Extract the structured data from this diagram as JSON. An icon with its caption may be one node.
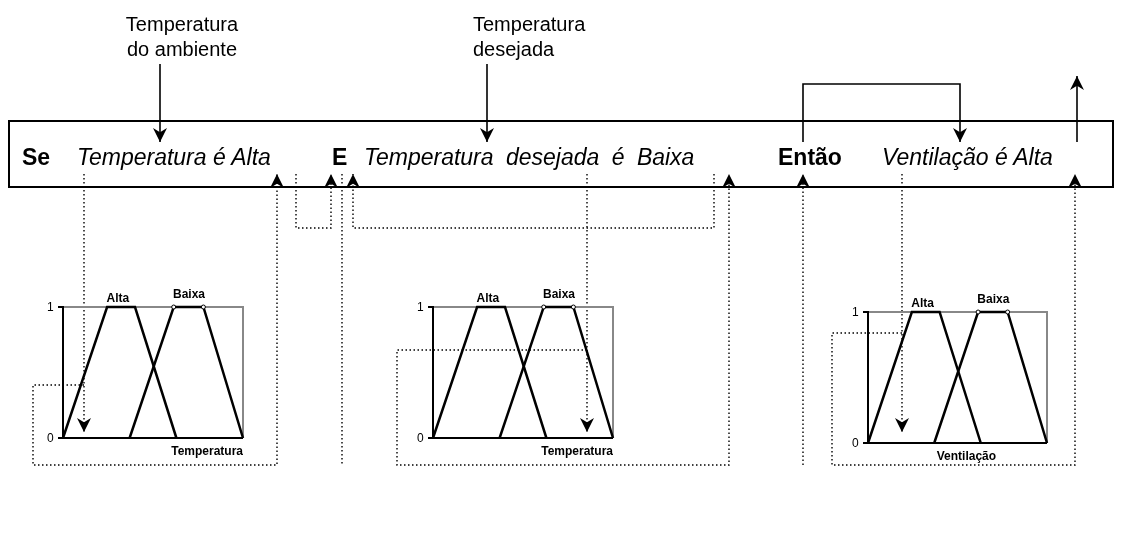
{
  "diagram": {
    "nodes": [
      {
        "text": [
          "Temperatura do ambiente"
        ]
      },
      {
        "text": [
          "Temperatura desejada"
        ]
      },
      {
        "text": [],
        "shape": "box"
      },
      {
        "text": [
          "Se"
        ],
        "in": 2
      },
      {
        "text": [
          "Temperatura é Alta"
        ],
        "in": 2
      },
      {
        "text": [
          "E"
        ],
        "in": 2
      },
      {
        "text": [
          "Temperatura desejada é Baixa"
        ],
        "in": 2
      },
      {
        "text": [
          "Então"
        ],
        "in": 2
      },
      {
        "text": [
          "Ventilação é Alta"
        ],
        "in": 2
      },
      {
        "text": [
          "Alta",
          "Baixa",
          "1",
          "0",
          "Temperatura"
        ]
      },
      {
        "text": [
          "Alta",
          "Baixa",
          "1",
          "0",
          "Temperatura"
        ]
      },
      {
        "text": [
          "Alta",
          "Baixa",
          "1",
          "0",
          "Ventilação"
        ]
      }
    ],
    "edges": [
      {
        "from": 0,
        "to": 4,
        "arrow": "to"
      },
      {
        "from": 1,
        "to": 6,
        "arrow": "to"
      },
      {
        "from": 7,
        "to": 8,
        "arrow": "to"
      },
      {
        "from": 8,
        "to": null,
        "arrow": "to"
      },
      {
        "from": 4,
        "to": 9,
        "arrow": "to",
        "style": "dashed"
      },
      {
        "from": 9,
        "to": 4,
        "arrow": "to",
        "style": "dashed"
      },
      {
        "from": 4,
        "to": 5,
        "arrow": "to",
        "style": "dashed"
      },
      {
        "from": 6,
        "to": 5,
        "arrow": "to",
        "style": "dashed"
      },
      {
        "from": 5,
        "to": null,
        "arrow": "none",
        "style": "dashed"
      },
      {
        "from": 6,
        "to": 10,
        "arrow": "to",
        "style": "dashed"
      },
      {
        "from": 10,
        "to": 6,
        "arrow": "to",
        "style": "dashed"
      },
      {
        "from": 8,
        "to": 11,
        "arrow": "to",
        "style": "dashed"
      },
      {
        "from": 11,
        "to": 8,
        "arrow": "to",
        "style": "dashed"
      },
      {
        "from": null,
        "to": 7,
        "arrow": "to",
        "style": "dashed"
      }
    ]
  }
}
